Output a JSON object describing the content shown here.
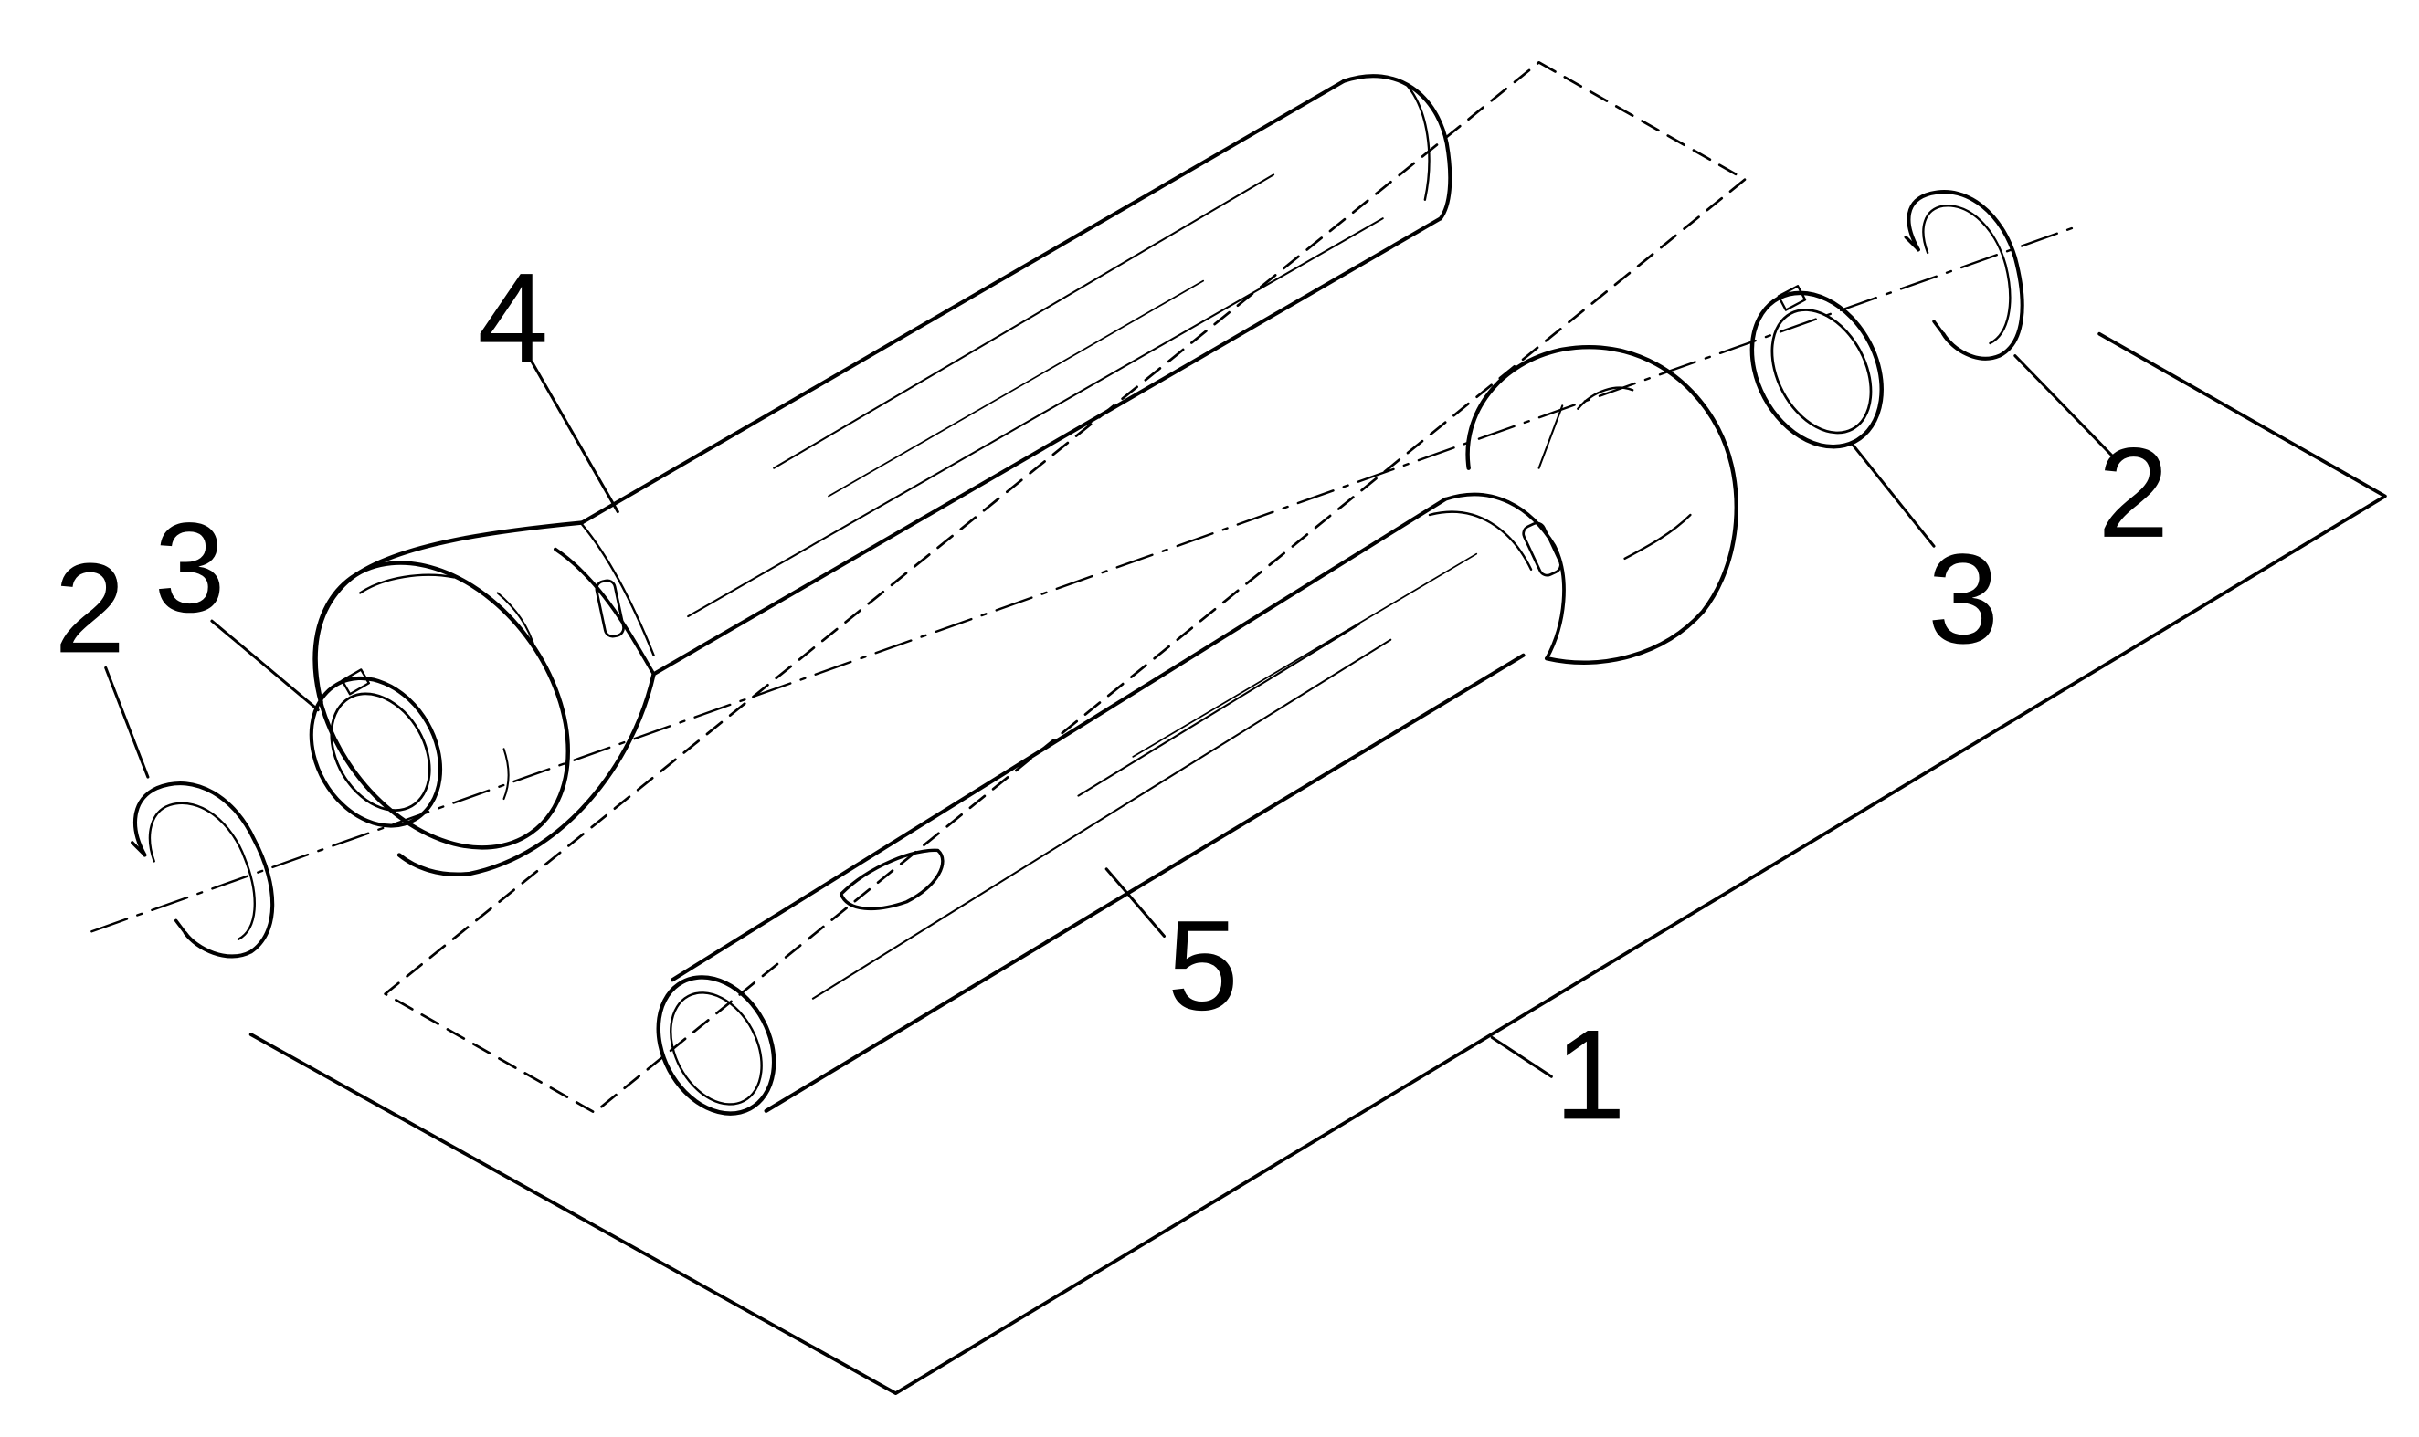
{
  "diagram": {
    "type": "exploded-parts-illustration",
    "line_color": "#000000",
    "background": "#ffffff",
    "callouts": {
      "assembly": "1",
      "snap_ring_left": "2",
      "snap_ring_right": "2",
      "bearing_ring_left": "3",
      "bearing_ring_right": "3",
      "outer_shield_half": "4",
      "inner_shield_half": "5"
    }
  }
}
